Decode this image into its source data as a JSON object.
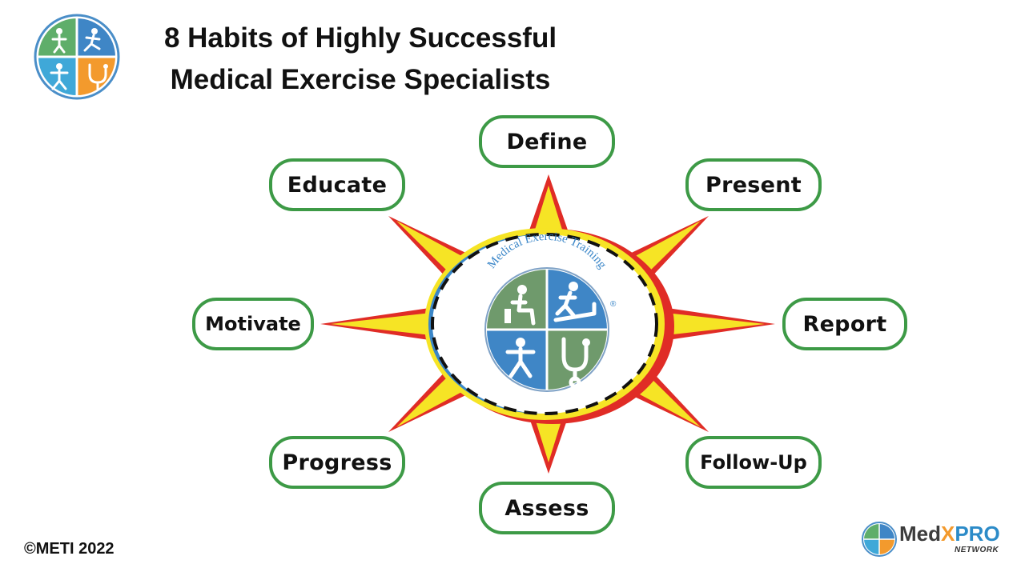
{
  "title": {
    "line1": "8 Habits of Highly Successful",
    "line2": "Medical Exercise Specialists"
  },
  "center_logo": {
    "arc_text": "Medical Exercise Training",
    "mark": "®"
  },
  "habits": [
    {
      "label": "Define"
    },
    {
      "label": "Present"
    },
    {
      "label": "Report"
    },
    {
      "label": "Follow-Up"
    },
    {
      "label": "Assess"
    },
    {
      "label": "Progress"
    },
    {
      "label": "Motivate"
    },
    {
      "label": "Educate"
    }
  ],
  "copyright": "©METI 2022",
  "brand": {
    "med": "Med",
    "x": "X",
    "pro": "PRO",
    "network": "NETWORK"
  },
  "colors": {
    "box_border": "#3d9a46",
    "star_red": "#e02c26",
    "star_yellow": "#f6e425",
    "ring_blue": "#3a86c8",
    "logo_green": "#6f9a6c",
    "logo_blue": "#3f86c6",
    "logo_orange": "#f39a2d"
  }
}
